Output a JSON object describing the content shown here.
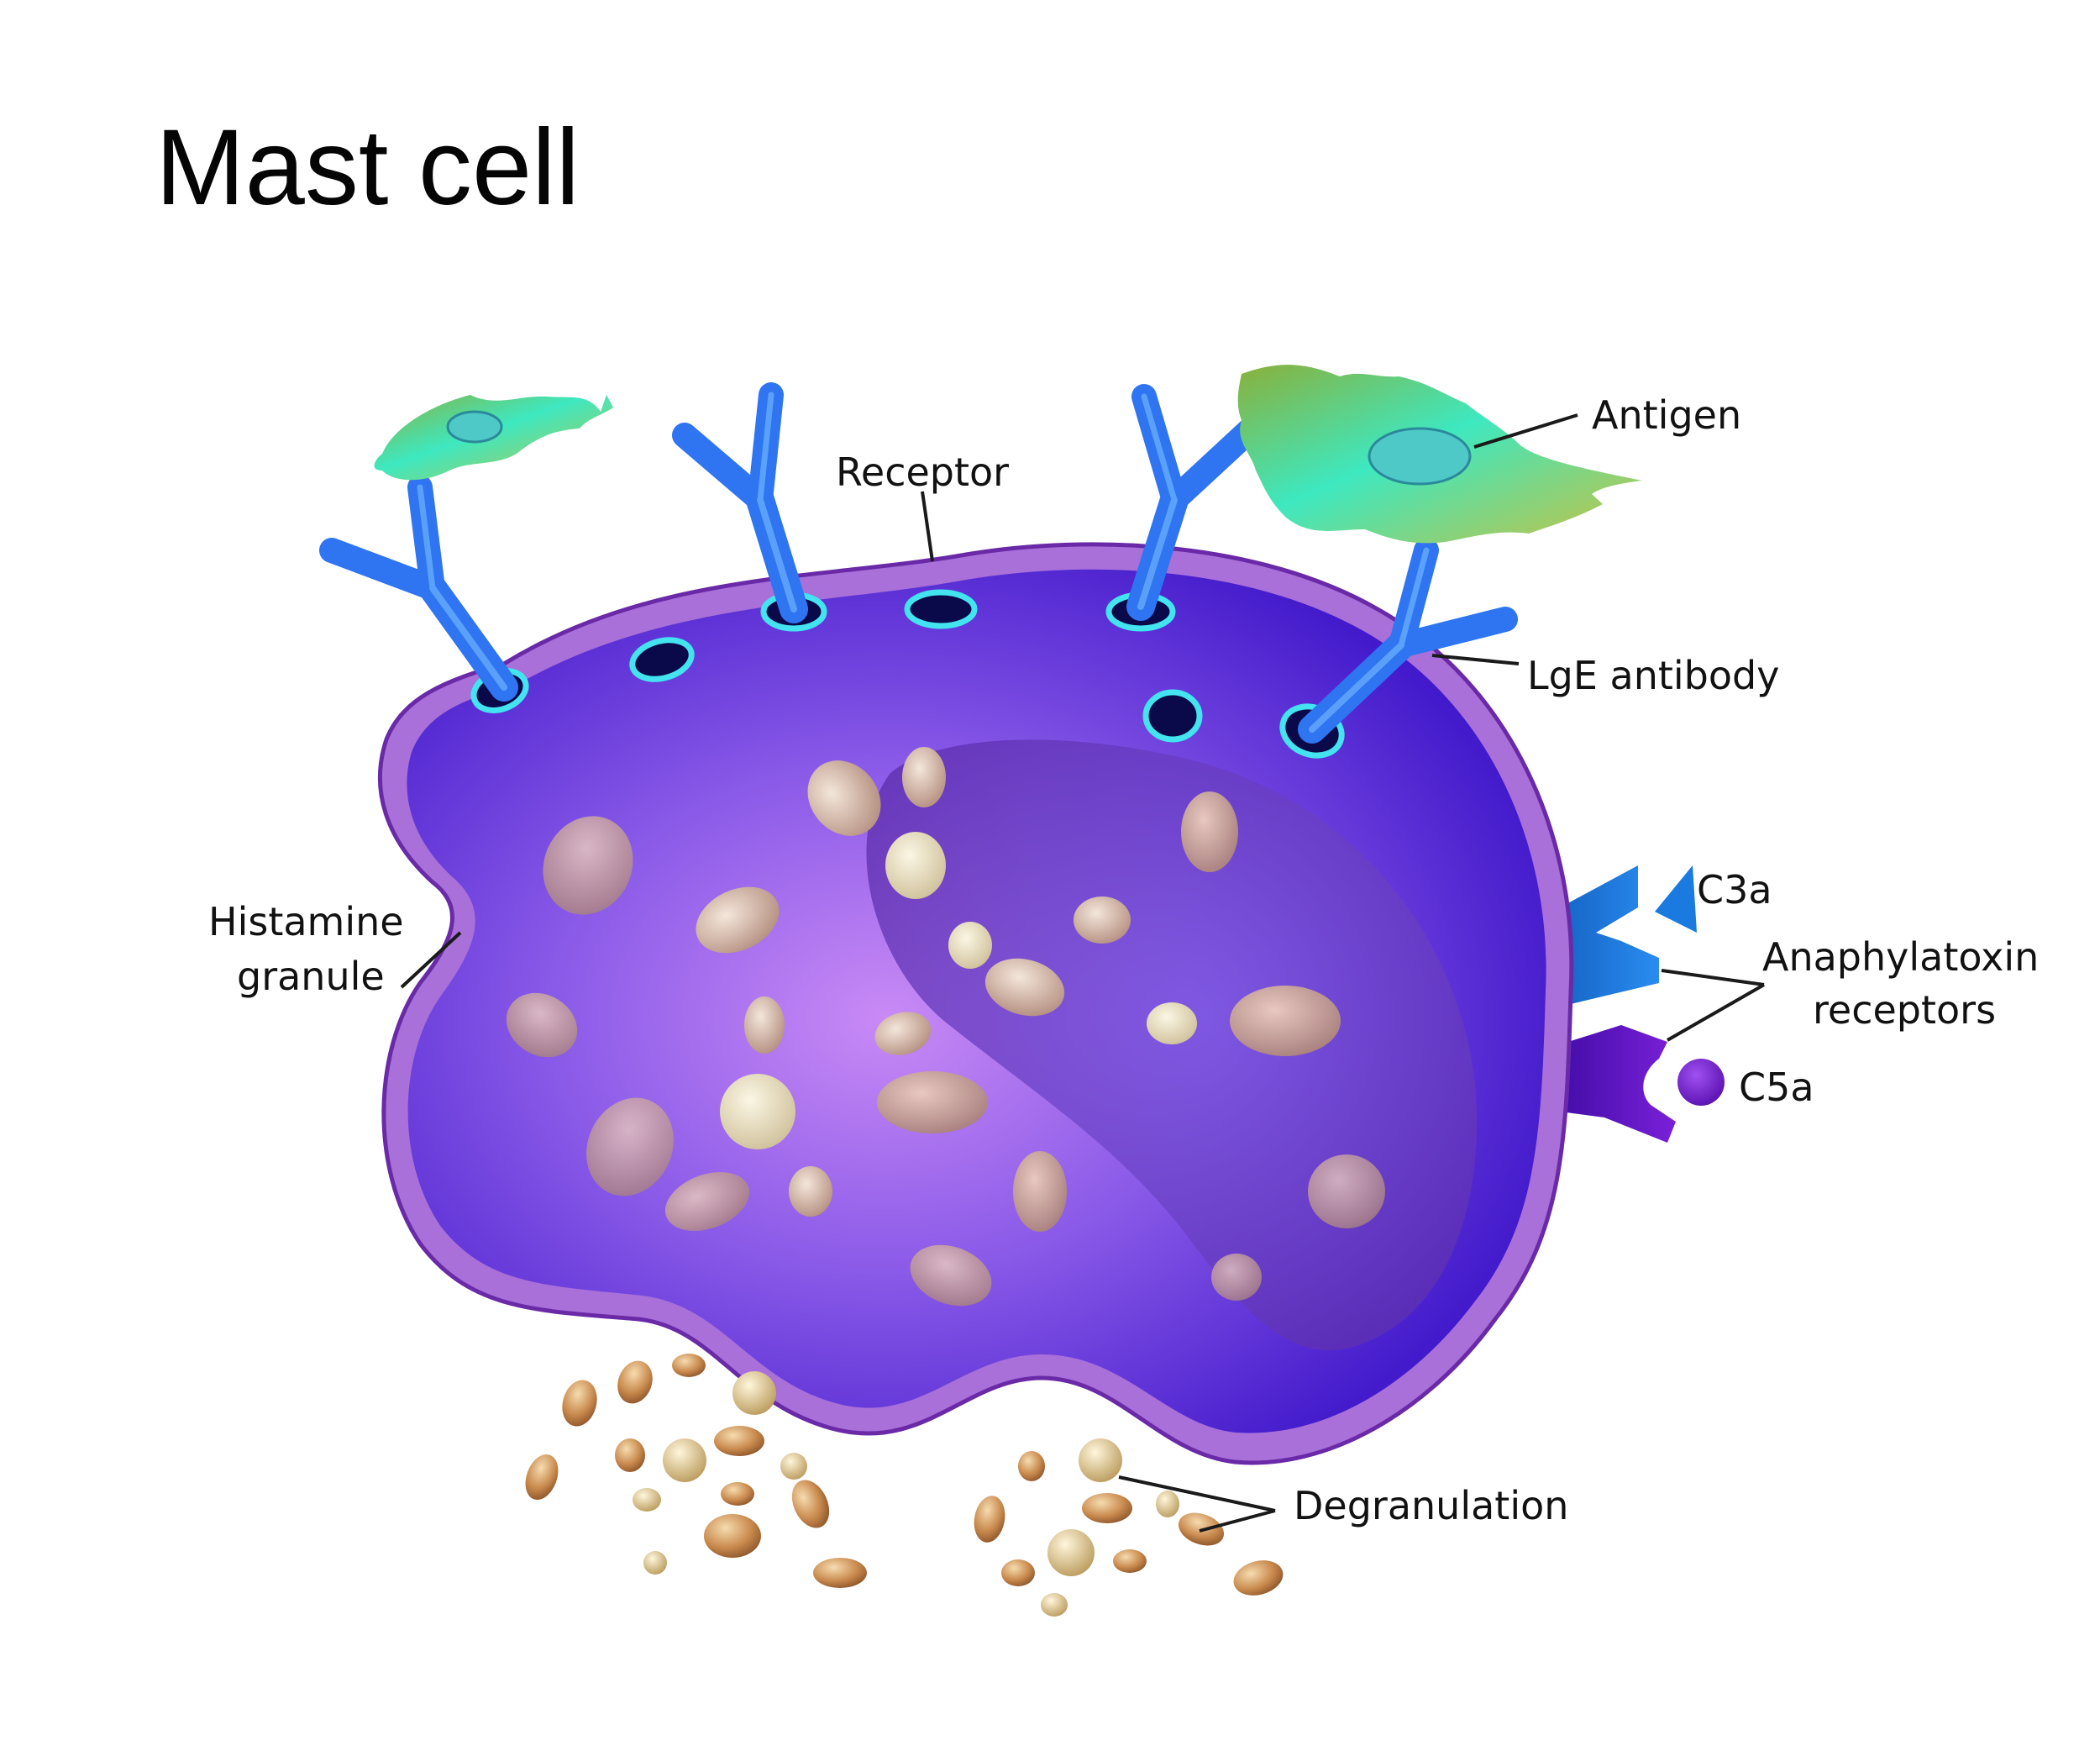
{
  "title": "Mast cell",
  "labels": {
    "receptor": "Receptor",
    "antigen": "Antigen",
    "ige_antibody": "LgE antibody",
    "histamine_line1": "Histamine",
    "histamine_line2": "granule",
    "c3a": "C3a",
    "anaphylatoxin_line1": "Anaphylatoxin",
    "anaphylatoxin_line2": "receptors",
    "c5a": "C5a",
    "degranulation": "Degranulation"
  },
  "colors": {
    "membrane": "#a66ad6",
    "cytoplasm": "#5a2ee0",
    "nucleus": "#6a3acb",
    "antibody": "#2f74f0",
    "receptor_ring": "#44e3f0",
    "antigen": "#9bb83a",
    "granule": "#c8a890",
    "c3a_receptor": "#1a6fd6",
    "c5a_receptor": "#5a10c0"
  }
}
